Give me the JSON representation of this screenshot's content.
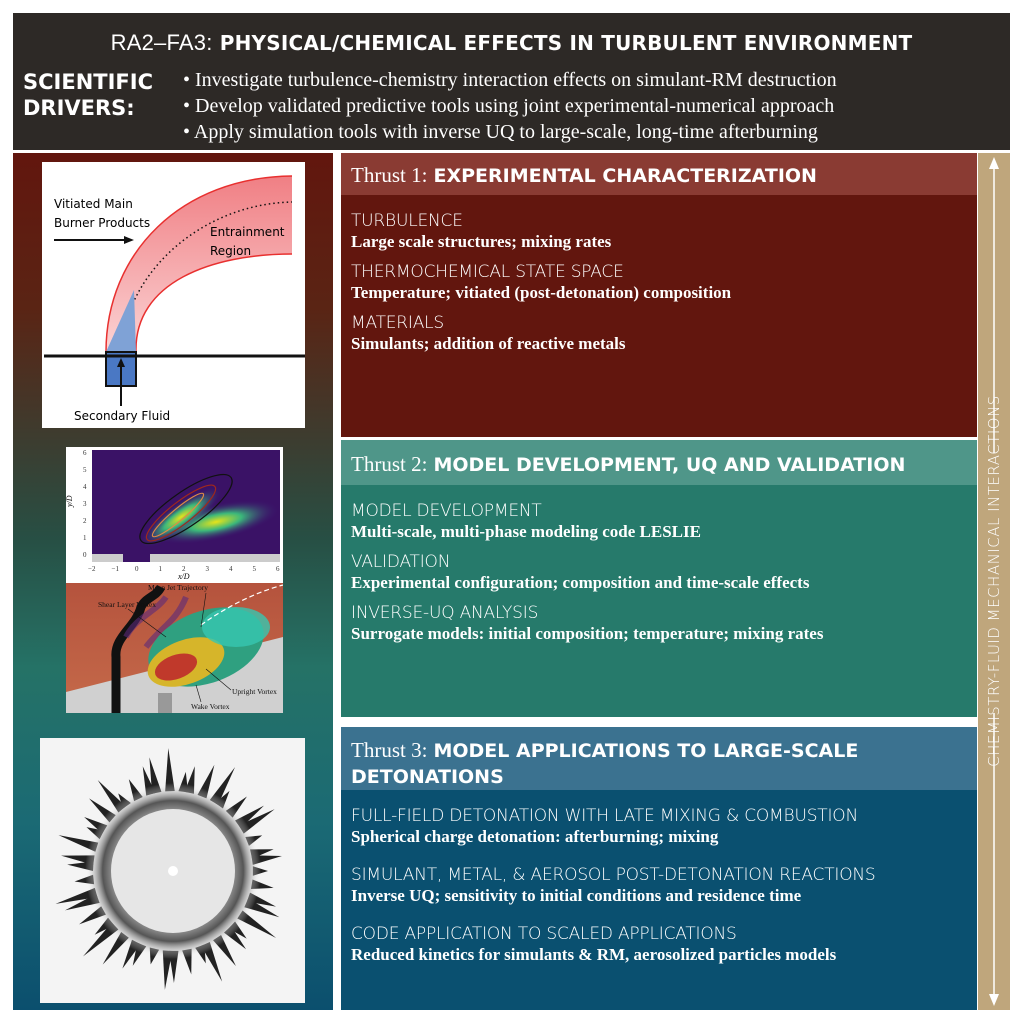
{
  "header": {
    "title_prefix": "RA2–FA3:",
    "title_main": "PHYSICAL/CHEMICAL EFFECTS IN TURBULENT ENVIRONMENT",
    "drivers_label_1": "SCIENTIFIC",
    "drivers_label_2": "DRIVERS:",
    "drivers": [
      "• Investigate turbulence-chemistry interaction effects on simulant-RM destruction",
      "• Develop validated predictive tools using joint experimental-numerical approach",
      "• Apply simulation tools with inverse UQ to large-scale, long-time afterburning"
    ]
  },
  "figures": {
    "fig1": {
      "label_vitiated_1": "Vitiated Main",
      "label_vitiated_2": "Burner Products",
      "label_entrainment_1": "Entrainment",
      "label_entrainment_2": "Region",
      "label_secondary": "Secondary Fluid"
    },
    "fig2": {
      "xlabel": "x/D",
      "ylabel": "y/D",
      "xticks": [
        "−2",
        "−1",
        "0",
        "1",
        "2",
        "3",
        "4",
        "5",
        "6"
      ],
      "yticks": [
        "0",
        "1",
        "2",
        "3",
        "4",
        "5",
        "6"
      ],
      "label_mean_jet": "Mean Jet Trajectory",
      "label_shear": "Shear Layer Vortex",
      "label_upright": "Upright Vortex",
      "label_wake": "Wake Vortex"
    }
  },
  "thrusts": [
    {
      "prefix": "Thrust 1:",
      "title": "EXPERIMENTAL CHARACTERIZATION",
      "header_color": "#8a3b33",
      "body_color": "#62160e",
      "items": [
        {
          "title": "TURBULENCE",
          "desc": "Large scale structures; mixing rates"
        },
        {
          "title": "THERMOCHEMICAL STATE SPACE",
          "desc": "Temperature; vitiated (post-detonation) composition"
        },
        {
          "title": "MATERIALS",
          "desc": "Simulants; addition of reactive metals"
        }
      ]
    },
    {
      "prefix": "Thrust 2:",
      "title": "MODEL DEVELOPMENT, UQ AND VALIDATION",
      "header_color": "#4f9689",
      "body_color": "#267a6b",
      "items": [
        {
          "title": "MODEL DEVELOPMENT",
          "desc": "Multi-scale, multi-phase modeling code LESLIE"
        },
        {
          "title": "VALIDATION",
          "desc": "Experimental configuration; composition and time-scale effects"
        },
        {
          "title": "INVERSE-UQ ANALYSIS",
          "desc": "Surrogate models: initial composition; temperature; mixing rates"
        }
      ]
    },
    {
      "prefix": "Thrust 3:",
      "title": "MODEL APPLICATIONS TO LARGE-SCALE DETONATIONS",
      "header_color": "#3b7290",
      "body_color": "#0a5070",
      "items": [
        {
          "title": "FULL-FIELD DETONATION WITH LATE MIXING & COMBUSTION",
          "desc": "Spherical charge detonation: afterburning; mixing"
        },
        {
          "title": "SIMULANT, METAL, & AEROSOL POST-DETONATION REACTIONS",
          "desc": "Inverse UQ; sensitivity to initial conditions and residence time"
        },
        {
          "title": "CODE APPLICATION TO SCALED APPLICATIONS",
          "desc": "Reduced kinetics for simulants & RM, aerosolized particles models"
        }
      ]
    }
  ],
  "sidebar": {
    "label": "CHEMISTRY-FLUID MECHANICAL INTERACTIONS",
    "color": "#bfa67c"
  }
}
